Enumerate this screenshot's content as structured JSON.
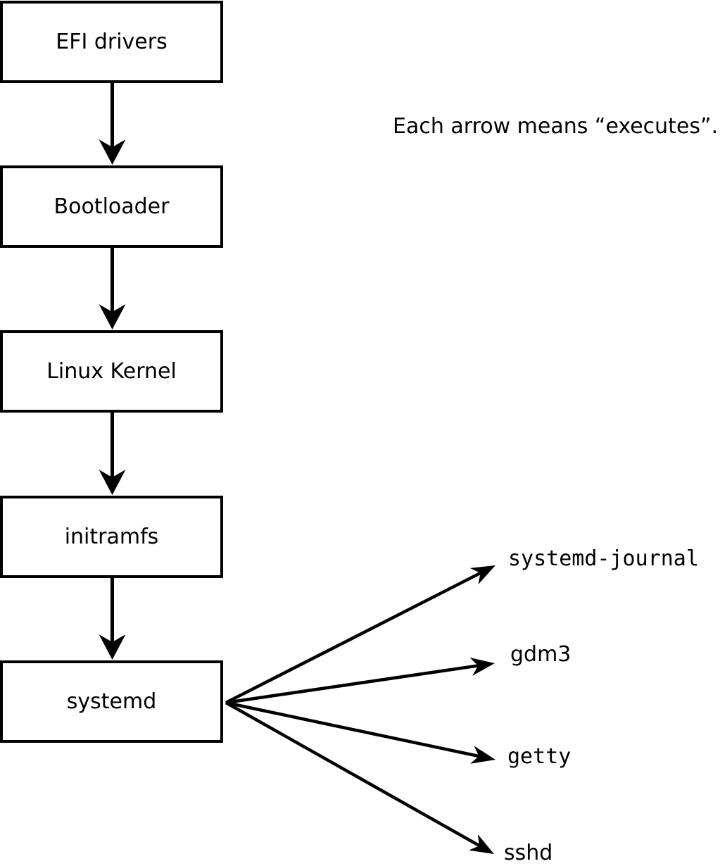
{
  "diagram": {
    "note": "Each arrow means “executes”.",
    "arrow_semantics": "executes",
    "colors": {
      "ink": "#000000",
      "background": "#ffffff"
    },
    "flow": {
      "nodes": [
        {
          "label": "EFI drivers"
        },
        {
          "label": "Bootloader"
        },
        {
          "label": "Linux Kernel"
        },
        {
          "label": "initramfs"
        },
        {
          "label": "systemd"
        }
      ]
    },
    "fanout": {
      "source": "systemd",
      "targets": [
        {
          "label": "systemd-journal"
        },
        {
          "label": "gdm3"
        },
        {
          "label": "getty"
        },
        {
          "label": "sshd"
        }
      ]
    }
  }
}
